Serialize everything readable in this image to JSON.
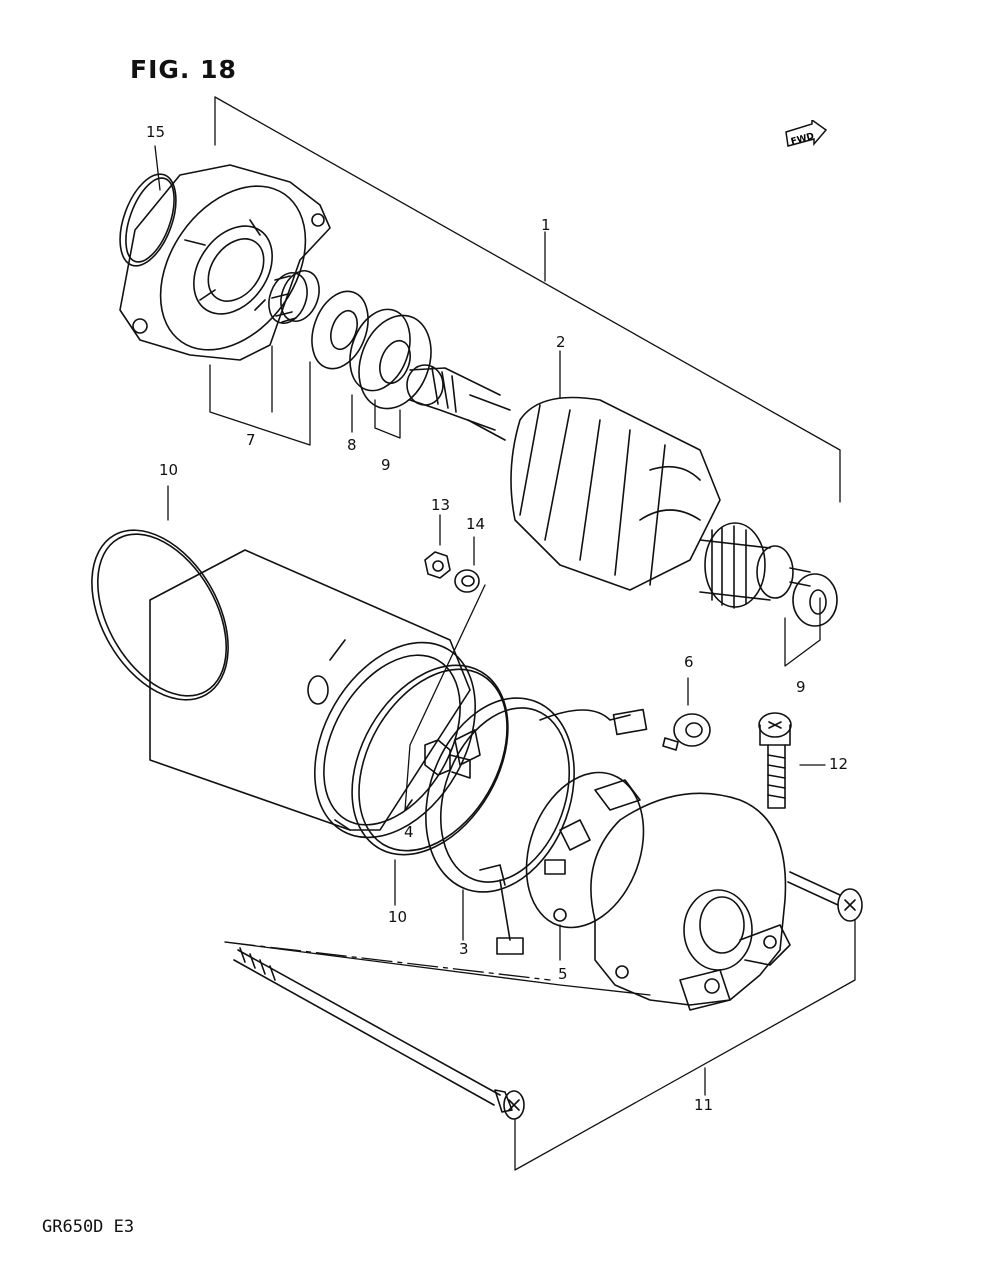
{
  "figure_title": "FIG. 18",
  "model_code": "GR650D  E3",
  "fwd_badge": "FWD",
  "callouts": [
    {
      "id": "1",
      "text": "1"
    },
    {
      "id": "2",
      "text": "2"
    },
    {
      "id": "3",
      "text": "3"
    },
    {
      "id": "4",
      "text": "4"
    },
    {
      "id": "5",
      "text": "5"
    },
    {
      "id": "6",
      "text": "6"
    },
    {
      "id": "7",
      "text": "7"
    },
    {
      "id": "8",
      "text": "8"
    },
    {
      "id": "9a",
      "text": "9"
    },
    {
      "id": "9b",
      "text": "9"
    },
    {
      "id": "10a",
      "text": "10"
    },
    {
      "id": "10b",
      "text": "10"
    },
    {
      "id": "11",
      "text": "11"
    },
    {
      "id": "12",
      "text": "12"
    },
    {
      "id": "13",
      "text": "13"
    },
    {
      "id": "14",
      "text": "14"
    },
    {
      "id": "15",
      "text": "15"
    }
  ]
}
